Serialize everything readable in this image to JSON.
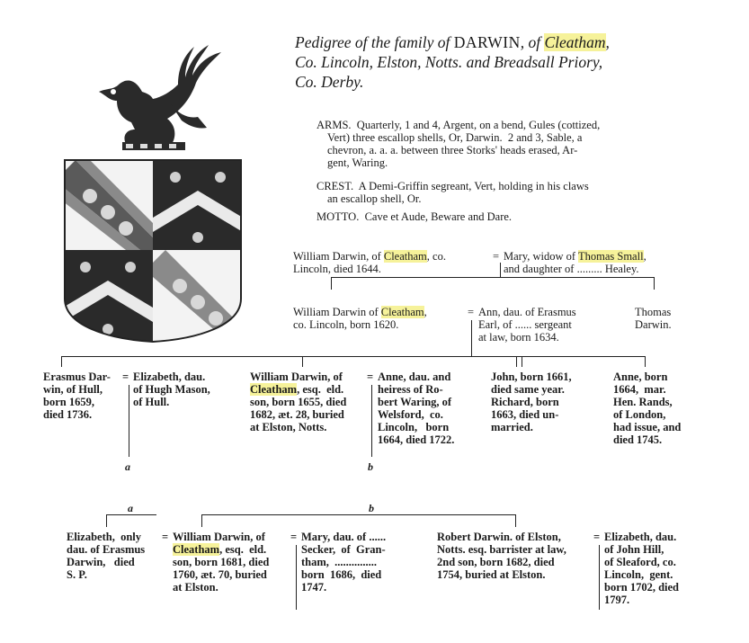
{
  "title": {
    "line1_pre": "Pedigree of the family of ",
    "line1_caps": "DARWIN",
    "line1_mid": ", of ",
    "line1_place": "Cleatham",
    "line1_end": ",",
    "line2": "Co. Lincoln, Elston, Notts. and Breadsall Priory,",
    "line3": "Co. Derby."
  },
  "arms": {
    "line1": "ARMS.  Quarterly, 1 and 4, Argent, on a bend, Gules (cottized,",
    "line2": "Vert) three escallop shells, Or, Darwin.  2 and 3, Sable, a",
    "line3": "chevron, a. a. a. between three Storks' heads erased, Ar-",
    "line4": "gent, Waring."
  },
  "crest": {
    "line1": "CREST.  A Demi-Griffin segreant, Vert, holding in his claws",
    "line2": "an escallop shell, Or."
  },
  "motto": "MOTTO.  Cave et Aude, Beware and Dare.",
  "gen1": {
    "left1_pre": "William Darwin, of ",
    "left1_place": "Cleatham",
    "left1_end": ", co.",
    "left2": "Lincoln, died 1644.",
    "right1_pre": "Mary, widow of ",
    "right1_name": "Thomas Small",
    "right1_end": ",",
    "right2": "and daughter of ......... Healey."
  },
  "gen2": {
    "left1_pre": "William Darwin of ",
    "left1_place": "Cleatham",
    "left1_end": ",",
    "left2": "co. Lincoln, born 1620.",
    "mid1": "Ann, dau. of Erasmus",
    "mid2": "Earl, of ...... sergeant",
    "mid3": "at law, born 1634.",
    "right1": "Thomas",
    "right2": "Darwin."
  },
  "gen3": {
    "a": [
      "Erasmus Dar-",
      "win, of Hull,",
      "born 1659,",
      "died 1736."
    ],
    "b": [
      "Elizabeth, dau.",
      "of Hugh Mason,",
      "of Hull."
    ],
    "c_pre": "William Darwin, of",
    "c_place": "Cleatham",
    "c": [
      "esq.  eld.",
      "son, born 1655, died",
      "1682, æt. 28, buried",
      "at Elston, Notts."
    ],
    "d": [
      "Anne, dau. and",
      "heiress of Ro-",
      "bert Waring, of",
      "Welsford,  co.",
      "Lincoln,   born",
      "1664, died 1722."
    ],
    "e": [
      "John, born 1661,",
      "died same year.",
      "Richard, born",
      "1663, died un-",
      "married."
    ],
    "f": [
      "Anne, born",
      "1664,  mar.",
      "Hen. Rands,",
      "of London,",
      "had issue, and",
      "died 1745."
    ]
  },
  "labels": {
    "a": "a",
    "b": "b"
  },
  "gen4": {
    "a": [
      "Elizabeth,  only",
      "dau. of Erasmus",
      "Darwin,   died",
      "S. P."
    ],
    "b_pre": "William Darwin, of",
    "b_place": "Cleatham",
    "b": [
      "esq.  eld.",
      "son, born 1681, died",
      "1760, æt. 70, buried",
      "at Elston."
    ],
    "c": [
      "Mary, dau. of ......",
      "Secker,  of  Gran-",
      "tham,  ...............",
      "born  1686,  died",
      "1747."
    ],
    "d": [
      "Robert Darwin. of Elston,",
      "Notts. esq. barrister at law,",
      "2nd son, born 1682, died",
      "1754, buried at Elston."
    ],
    "e": [
      "Elizabeth, dau.",
      "of John Hill,",
      "of Sleaford, co.",
      "Lincoln,  gent.",
      "born 1702, died",
      "1797."
    ]
  },
  "colors": {
    "highlight": "#f6f29a",
    "gules": "#8a8a8a",
    "argent": "#f3f3f3",
    "sable": "#2a2a2a",
    "vert": "#5a5a5a"
  },
  "icons": {
    "crest": "griffin-crest-icon",
    "shield": "heraldic-shield-icon"
  }
}
